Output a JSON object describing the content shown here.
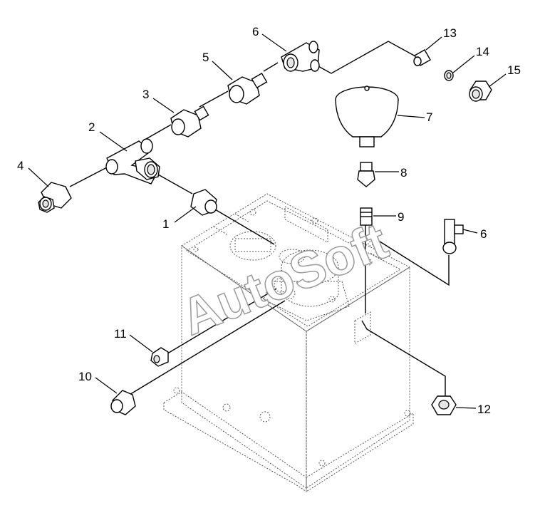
{
  "watermark": "AutoSoft",
  "callouts": {
    "c1": "1",
    "c2": "2",
    "c3": "3",
    "c4": "4",
    "c5": "5",
    "c6a": "6",
    "c6b": "6",
    "c7": "7",
    "c8": "8",
    "c9": "9",
    "c10": "10",
    "c11": "11",
    "c12": "12",
    "c13": "13",
    "c14": "14",
    "c15": "15"
  }
}
